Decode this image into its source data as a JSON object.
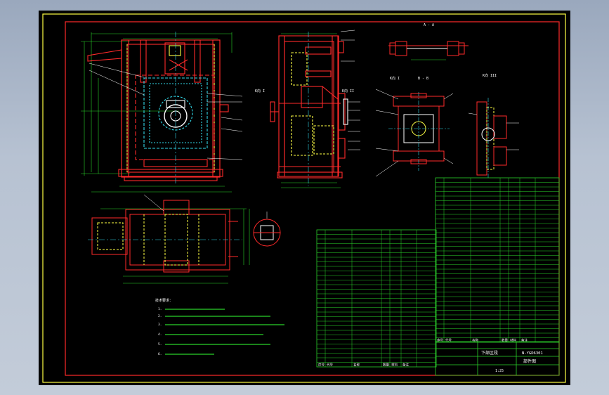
{
  "drawing": {
    "section_a": "A - A",
    "view_k1": "K向 I",
    "view_k2": "K向 II",
    "view_b": "B - B",
    "view_k3": "K向 III",
    "callout_k_left": "K向 I",
    "callout_k_right": "K向 II",
    "title_block": {
      "name": "下部区段",
      "code": "N-YGD6301",
      "type": "部件图",
      "scale": "1:25"
    },
    "notes_title": "技术要求：",
    "notes": [
      "1.",
      "2.",
      "3.",
      "4.",
      "5.",
      "6."
    ],
    "header_left": [
      "序号",
      "代号",
      "名称",
      "数量",
      "材料",
      "备注"
    ],
    "header_right": [
      "序号",
      "代号",
      "名称",
      "数量",
      "材料",
      "备注"
    ]
  },
  "colors": {
    "line": "#ff2a2a",
    "dim": "#2bd42b",
    "hidden": "#ffff44",
    "table": "#2bd42b",
    "border": "#ffff44",
    "cyan": "#32d8e8",
    "text": "#ffffff"
  }
}
